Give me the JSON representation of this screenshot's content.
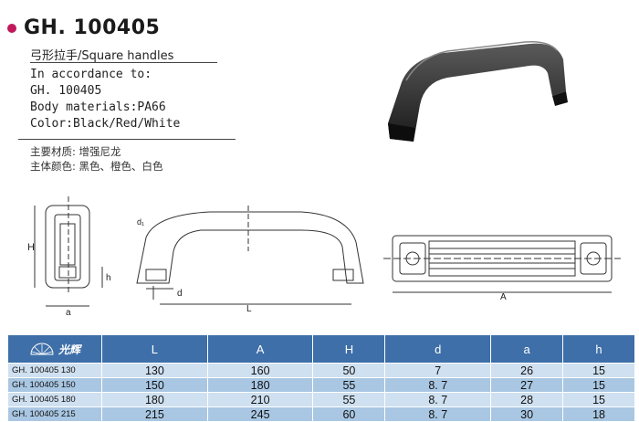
{
  "header": {
    "title": "GH. 100405",
    "subtitle": "弓形拉手/Square handles"
  },
  "specs": [
    "In accordance to:",
    "GH. 100405",
    "Body materials:PA66",
    "Color:Black/Red/White"
  ],
  "cn_specs": [
    "主要材质: 增强尼龙",
    "主体颜色: 黑色、橙色、白色"
  ],
  "drawing_labels": {
    "H": "H",
    "a": "a",
    "h": "h",
    "d1": "d₁",
    "d": "d",
    "L": "L",
    "A": "A"
  },
  "table": {
    "logo_text": "光辉",
    "headers": [
      "L",
      "A",
      "H",
      "d",
      "a",
      "h"
    ],
    "rows": [
      {
        "model": "GH. 100405  130",
        "values": [
          "130",
          "160",
          "50",
          "7",
          "26",
          "15"
        ]
      },
      {
        "model": "GH. 100405  150",
        "values": [
          "150",
          "180",
          "55",
          "8. 7",
          "27",
          "15"
        ]
      },
      {
        "model": "GH. 100405  180",
        "values": [
          "180",
          "210",
          "55",
          "8. 7",
          "28",
          "15"
        ]
      },
      {
        "model": "GH. 100405  215",
        "values": [
          "215",
          "245",
          "60",
          "8. 7",
          "30",
          "18"
        ]
      }
    ]
  },
  "colors": {
    "bullet": "#c2185b",
    "table_header": "#3e6fa8",
    "row_light": "#cfe0f0",
    "row_dark": "#a9c7e3"
  }
}
